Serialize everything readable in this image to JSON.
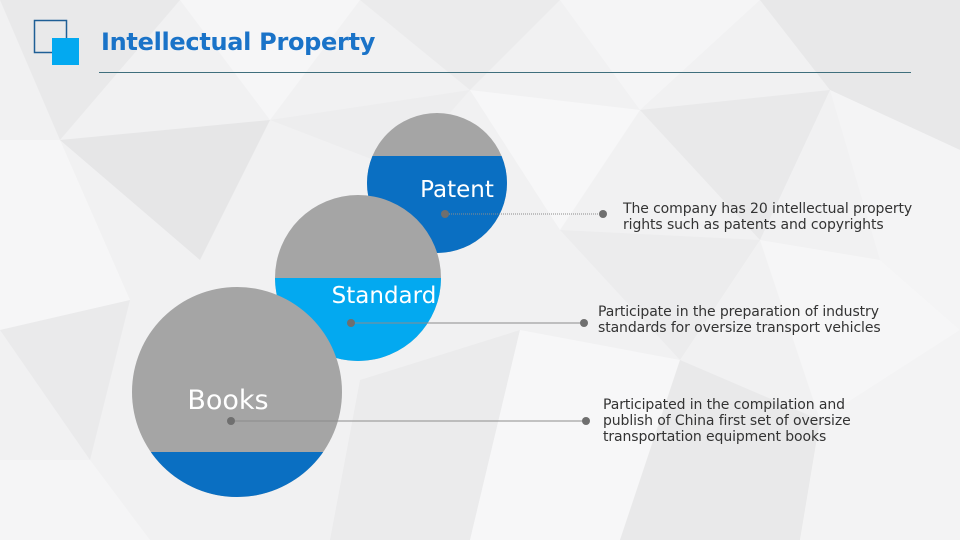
{
  "slide": {
    "title": "Intellectual Property"
  },
  "colors": {
    "title": "#1a73c8",
    "circle_gray": "#a5a5a5",
    "blue_dark": "#0a6fc2",
    "blue_light": "#03a9f0",
    "connector": "#7f7f7f"
  },
  "items": [
    {
      "label": "Patent",
      "description_lines": [
        "The company has 20 intellectual property",
        "rights such as patents and copyrights"
      ]
    },
    {
      "label": "Standard",
      "description_lines": [
        "Participate in the preparation of industry",
        "standards for oversize transport vehicles"
      ]
    },
    {
      "label": "Books",
      "description_lines": [
        "Participated in the compilation and",
        "publish of China first set of oversize",
        "transportation equipment books"
      ]
    }
  ]
}
